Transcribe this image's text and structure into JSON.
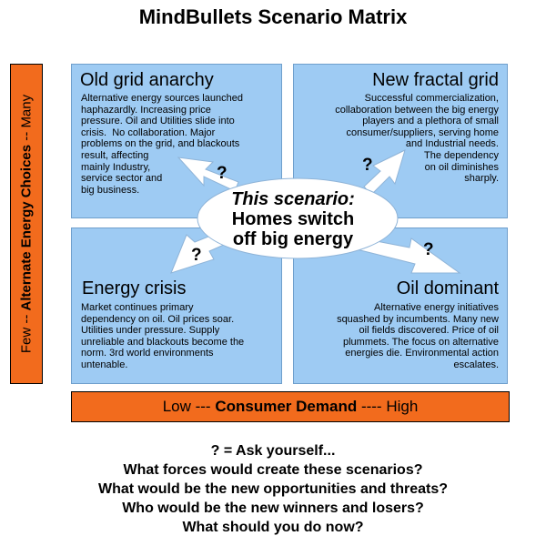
{
  "title": "MindBullets Scenario Matrix",
  "quadrants": {
    "top_left": {
      "title": "Old grid anarchy",
      "text": "Alternative energy sources launched\nhaphazardly. Increasing price\npressure. Oil and Utilities slide into\ncrisis.  No collaboration. Major\nproblems on the grid, and blackouts\nresult, affecting\nmainly Industry,\nservice sector and\nbig business."
    },
    "top_right": {
      "title": "New fractal grid",
      "text": "Successful commercialization,\ncollaboration between the big energy\nplayers and a plethora of small\nconsumer/suppliers, serving home\nand Industrial needs.\nThe dependency\non oil diminishes\nsharply."
    },
    "bottom_left": {
      "title": "Energy crisis",
      "text": "Market continues primary\ndependency on oil. Oil prices soar.\nUtilities under pressure. Supply\nunreliable and blackouts become the\nnorm. 3rd world environments\nuntenable."
    },
    "bottom_right": {
      "title": "Oil dominant",
      "text": "Alternative energy initiatives\nsquashed by incumbents. Many new\noil fields discovered. Price of oil\nplummets. The focus on alternative\nenergies die. Environmental action\nescalates."
    }
  },
  "center": {
    "line1": "This scenario:",
    "line2": "Homes switch",
    "line3": "off big energy"
  },
  "question_mark": "?",
  "y_axis": {
    "low": "Few --",
    "label": "Alternate Energy Choices",
    "high": "-- Many"
  },
  "x_axis": {
    "low": "Low ---",
    "label": "Consumer Demand",
    "high": "---- High"
  },
  "bottom_text": [
    "? = Ask yourself...",
    "What forces would create these scenarios?",
    "What would be the new opportunities and threats?",
    "Who would be the new winners and losers?",
    "What should you do now?"
  ],
  "colors": {
    "quadrant_fill": "#9ecbf3",
    "axis_fill": "#f26b1d",
    "ellipse_fill": "#ffffff"
  }
}
